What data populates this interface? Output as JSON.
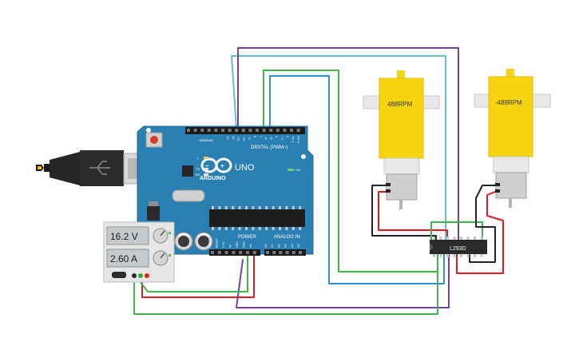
{
  "arduino": {
    "brand": "ARDUINO",
    "model": "UNO",
    "digital_label": "DIGITAL (PWM~)",
    "power_label": "POWER",
    "analog_label": "ANALOG IN",
    "on_label": "ON",
    "tx_label": "TX",
    "rx_label": "RX",
    "l_label": "L",
    "aref_label": "AREF",
    "gnd_label": "GND",
    "digital_pins": [
      "13",
      "12",
      "~11",
      "~10",
      "~9",
      "8",
      "7",
      "~6",
      "~5",
      "4",
      "~3",
      "2",
      "TX 1",
      "RX 0"
    ],
    "power_pins": [
      "IOREF",
      "RESET",
      "3.3V",
      "5V",
      "GND",
      "GND",
      "Vin"
    ],
    "analog_pins": [
      "A0",
      "A1",
      "A2",
      "A3",
      "A4",
      "A5"
    ]
  },
  "power_supply": {
    "voltage": "16.2 V",
    "current": "2.60 A"
  },
  "motors": [
    {
      "rpm": "488RPM"
    },
    {
      "rpm": "-488RPM"
    }
  ],
  "driver_ic": {
    "label": "L293D"
  },
  "colors": {
    "board": "#2a7fb3",
    "motor": "#f7d40e",
    "wire_red": "#e11b22",
    "wire_black": "#222222",
    "wire_green": "#3cb54a",
    "wire_blue": "#2f8fd8",
    "wire_purple": "#7a3ea0",
    "wire_cyan": "#5fc3c9"
  }
}
